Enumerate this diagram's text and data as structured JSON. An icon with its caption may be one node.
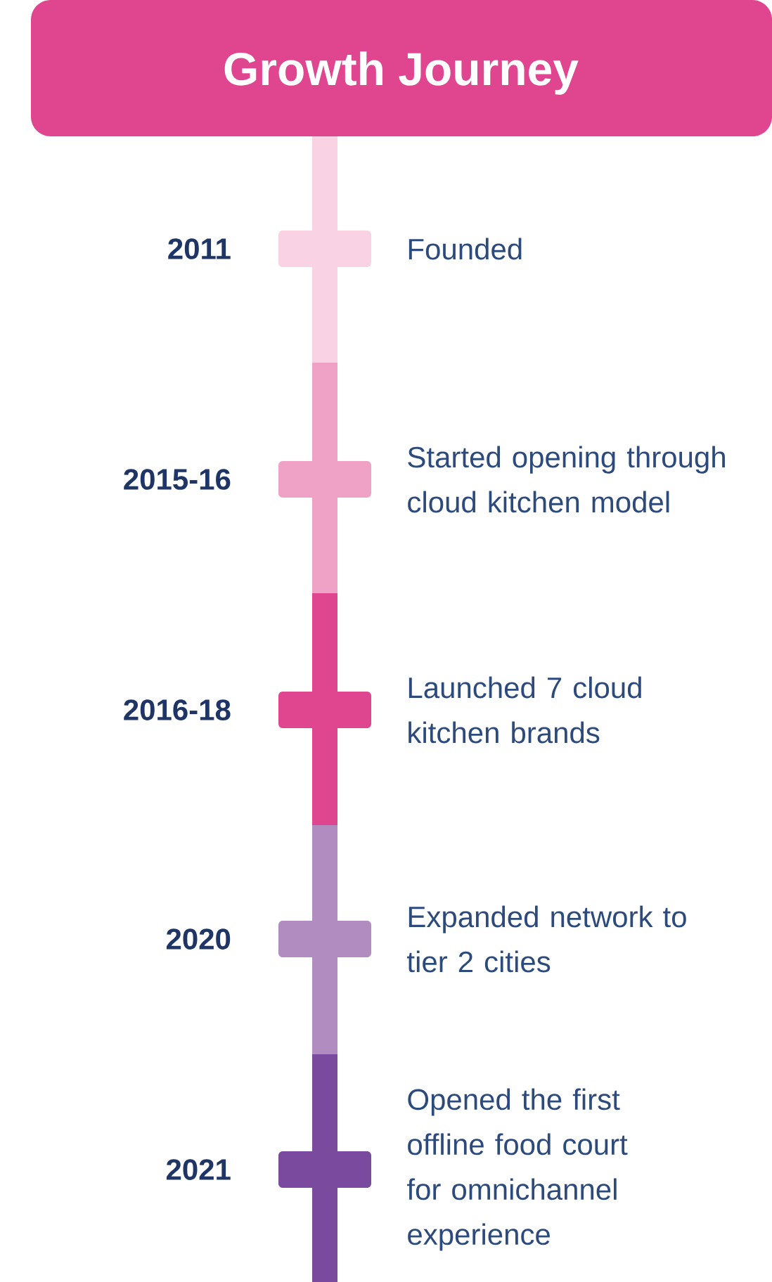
{
  "diagram": {
    "title": "Growth Journey",
    "nodes": [
      {
        "text": [],
        "shape": "bar",
        "beside": [
          "2011",
          "Founded"
        ]
      },
      {
        "text": [],
        "shape": "bar",
        "beside": [
          "2015-16",
          "Started opening through cloud kitchen model"
        ]
      },
      {
        "text": [],
        "shape": "bar",
        "beside": [
          "2016-18",
          "Launched 7 cloud kitchen brands"
        ]
      },
      {
        "text": [],
        "shape": "bar",
        "beside": [
          "2020",
          "Expanded network to tier 2 cities"
        ]
      },
      {
        "text": [],
        "shape": "bar",
        "beside": [
          "2021",
          "Opened the first offline food court for omnichannel experience"
        ]
      }
    ]
  }
}
